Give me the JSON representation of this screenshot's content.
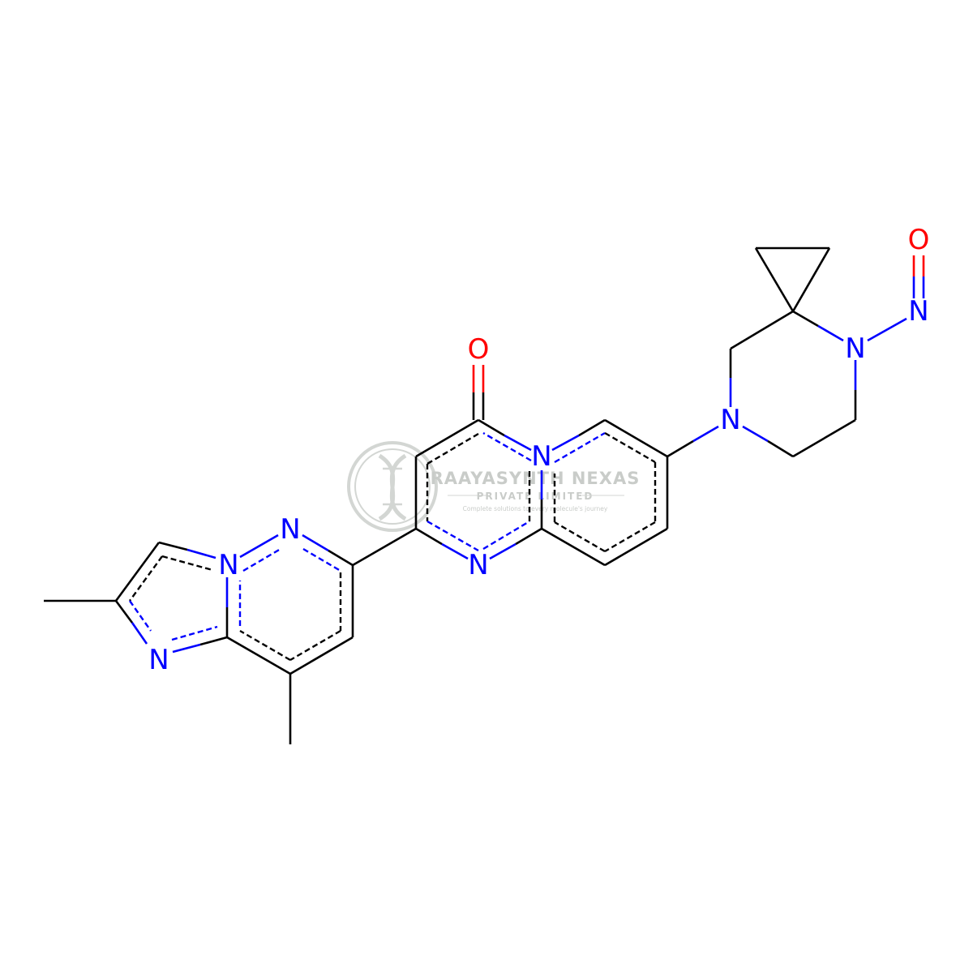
{
  "colors": {
    "carbon": "#000000",
    "nitrogen": "#0000ff",
    "oxygen": "#ff0000",
    "watermark": "#c9ccc9",
    "background": "#ffffff"
  },
  "watermark": {
    "logo": "dna-logo-icon",
    "title": "RAAYASYNTH NEXAS",
    "subtitle": "PRIVATE LIMITED",
    "tagline": "Complete solutions to every molecule's journey"
  },
  "atoms": {
    "o_carbonyl": "O",
    "n_bridge": "N",
    "n_pyrimidine": "N",
    "n_pyridazine": "N",
    "n_imid_bridge": "N",
    "n_imidazole": "N",
    "n_piperazine_1": "N",
    "n_piperazine_2": "N",
    "n_nitroso": "N",
    "o_nitroso": "O"
  }
}
